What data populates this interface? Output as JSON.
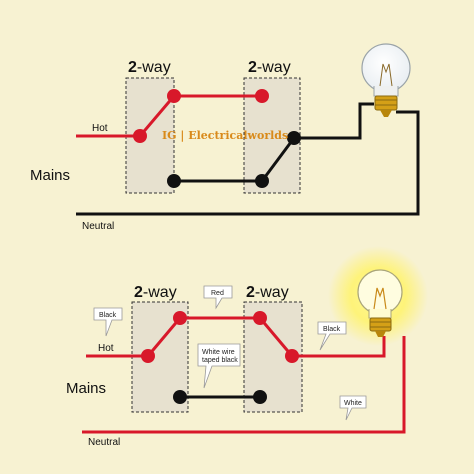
{
  "top_circuit": {
    "switch_left_label_num": "2",
    "switch_left_label_word": "-way",
    "switch_right_label_num": "2",
    "switch_right_label_word": "-way",
    "hot": "Hot",
    "mains": "Mains",
    "neutral": "Neutral"
  },
  "watermark": "IG | Electricalworlds",
  "bottom_circuit": {
    "switch_left_label_num": "2",
    "switch_left_label_word": "-way",
    "switch_right_label_num": "2",
    "switch_right_label_word": "-way",
    "hot": "Hot",
    "mains": "Mains",
    "neutral": "Neutral",
    "callouts": {
      "black_left": "Black",
      "red": "Red",
      "white_taped_line1": "White wire",
      "white_taped_line2": "taped black",
      "black_right": "Black",
      "white": "White"
    }
  },
  "colors": {
    "background": "#f7f2d2",
    "hot_wire": "#d8182a",
    "neutral_wire": "#111111",
    "switch_box": "#e7e1cf",
    "bulb_glow": "#fff36a",
    "watermark": "#d98a1a"
  },
  "icons": [
    "lightbulb-off-icon",
    "lightbulb-on-icon"
  ]
}
